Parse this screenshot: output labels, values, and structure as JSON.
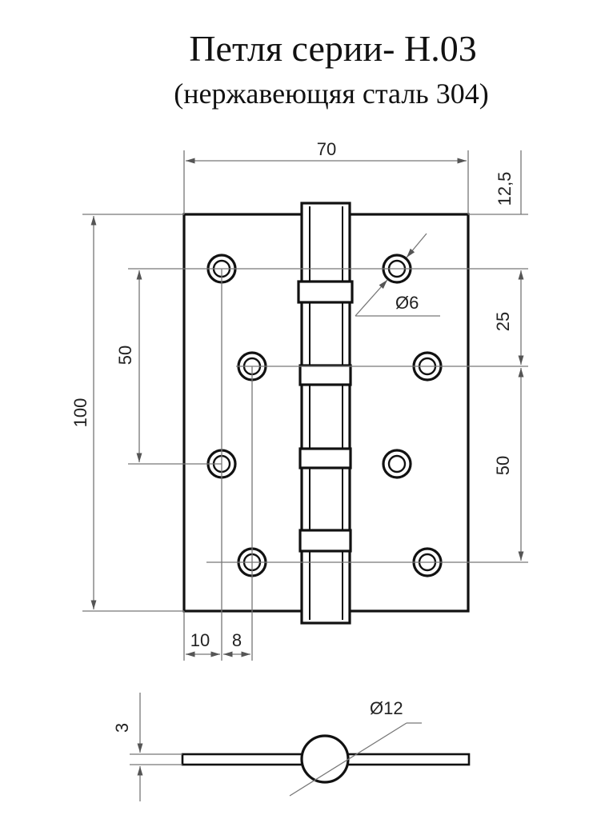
{
  "title": {
    "line1": "Петля серии- H.03",
    "line2": "(нержавеющяя сталь 304)"
  },
  "dimensions": {
    "width": "70",
    "top_offset": "12,5",
    "hole_diameter": "Ø6",
    "hole_spacing_right": "25",
    "height": "100",
    "hole_spacing_left": "50",
    "hole_spacing_right_lower": "50",
    "edge_offset": "10",
    "hole_offset": "8",
    "thickness": "3",
    "knuckle_diameter": "Ø12"
  }
}
